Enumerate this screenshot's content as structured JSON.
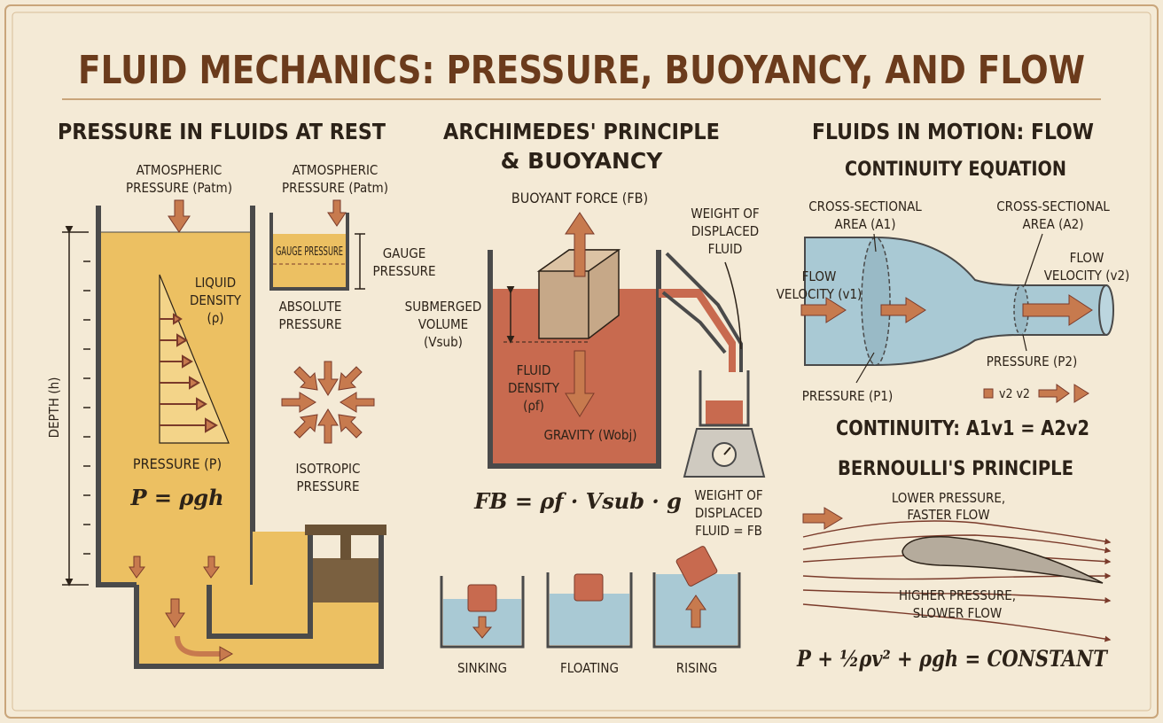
{
  "title": "FLUID MECHANICS: PRESSURE, BUOYANCY, AND FLOW",
  "colors": {
    "background": "#f4ead6",
    "border": "#c9a57a",
    "liquid": "#ecc062",
    "buoyancy_liquid": "#c86a4f",
    "flow_water": "#a9c9d4",
    "arrow": "#c77a4e",
    "dark": "#2c2218"
  },
  "pressure": {
    "heading": "PRESSURE IN FLUIDS AT REST",
    "atm_label_1": "ATMOSPHERIC",
    "atm_label_2": "PRESSURE (Patm)",
    "atm_label_small_1": "ATMOSPHERIC",
    "atm_label_small_2": "PRESSURE (Patm)",
    "gauge_inside": "GAUGE PRESSURE",
    "gauge_label_1": "GAUGE",
    "gauge_label_2": "PRESSURE",
    "absolute_1": "ABSOLUTE",
    "absolute_2": "PRESSURE",
    "density_1": "LIQUID",
    "density_2": "DENSITY",
    "density_3": "(ρ)",
    "depth": "DEPTH (h)",
    "pressure_p": "PRESSURE (P)",
    "formula": "P = ρgh",
    "isotropic_1": "ISOTROPIC",
    "isotropic_2": "PRESSURE"
  },
  "buoyancy": {
    "heading_1": "ARCHIMEDES' PRINCIPLE",
    "heading_2": "& BUOYANCY",
    "buoyant_force": "BUOYANT FORCE (FB)",
    "weight_top_1": "WEIGHT OF",
    "weight_top_2": "DISPLACED",
    "weight_top_3": "FLUID",
    "submerged_1": "SUBMERGED",
    "submerged_2": "VOLUME",
    "submerged_3": "(Vsub)",
    "fluid_density_1": "FLUID",
    "fluid_density_2": "DENSITY",
    "fluid_density_3": "(ρf)",
    "gravity": "GRAVITY (Wobj)",
    "formula": "FB = ρf · Vsub · g",
    "weight_bottom_1": "WEIGHT OF",
    "weight_bottom_2": "DISPLACED",
    "weight_bottom_3": "FLUID = FB",
    "states": [
      "SINKING",
      "FLOATING",
      "RISING"
    ]
  },
  "flow": {
    "heading": "FLUIDS IN MOTION: FLOW",
    "continuity_heading": "CONTINUITY EQUATION",
    "area1_1": "CROSS-SECTIONAL",
    "area1_2": "AREA (A1)",
    "area2_1": "CROSS-SECTIONAL",
    "area2_2": "AREA (A2)",
    "velocity1_1": "FLOW",
    "velocity1_2": "VELOCITY (v1)",
    "velocity2_1": "FLOW",
    "velocity2_2": "VELOCITY (v2)",
    "pressure1": "PRESSURE (P1)",
    "pressure2": "PRESSURE (P2)",
    "legend": "v2  v2",
    "continuity_formula": "CONTINUITY: A1v1 = A2v2",
    "bernoulli_heading": "BERNOULLI'S PRINCIPLE",
    "lower_1": "LOWER PRESSURE,",
    "lower_2": "FASTER FLOW",
    "higher_1": "HIGHER PRESSURE,",
    "higher_2": "SLOWER FLOW",
    "bernoulli_formula": "P + ½ρv² + ρgh = CONSTANT"
  }
}
